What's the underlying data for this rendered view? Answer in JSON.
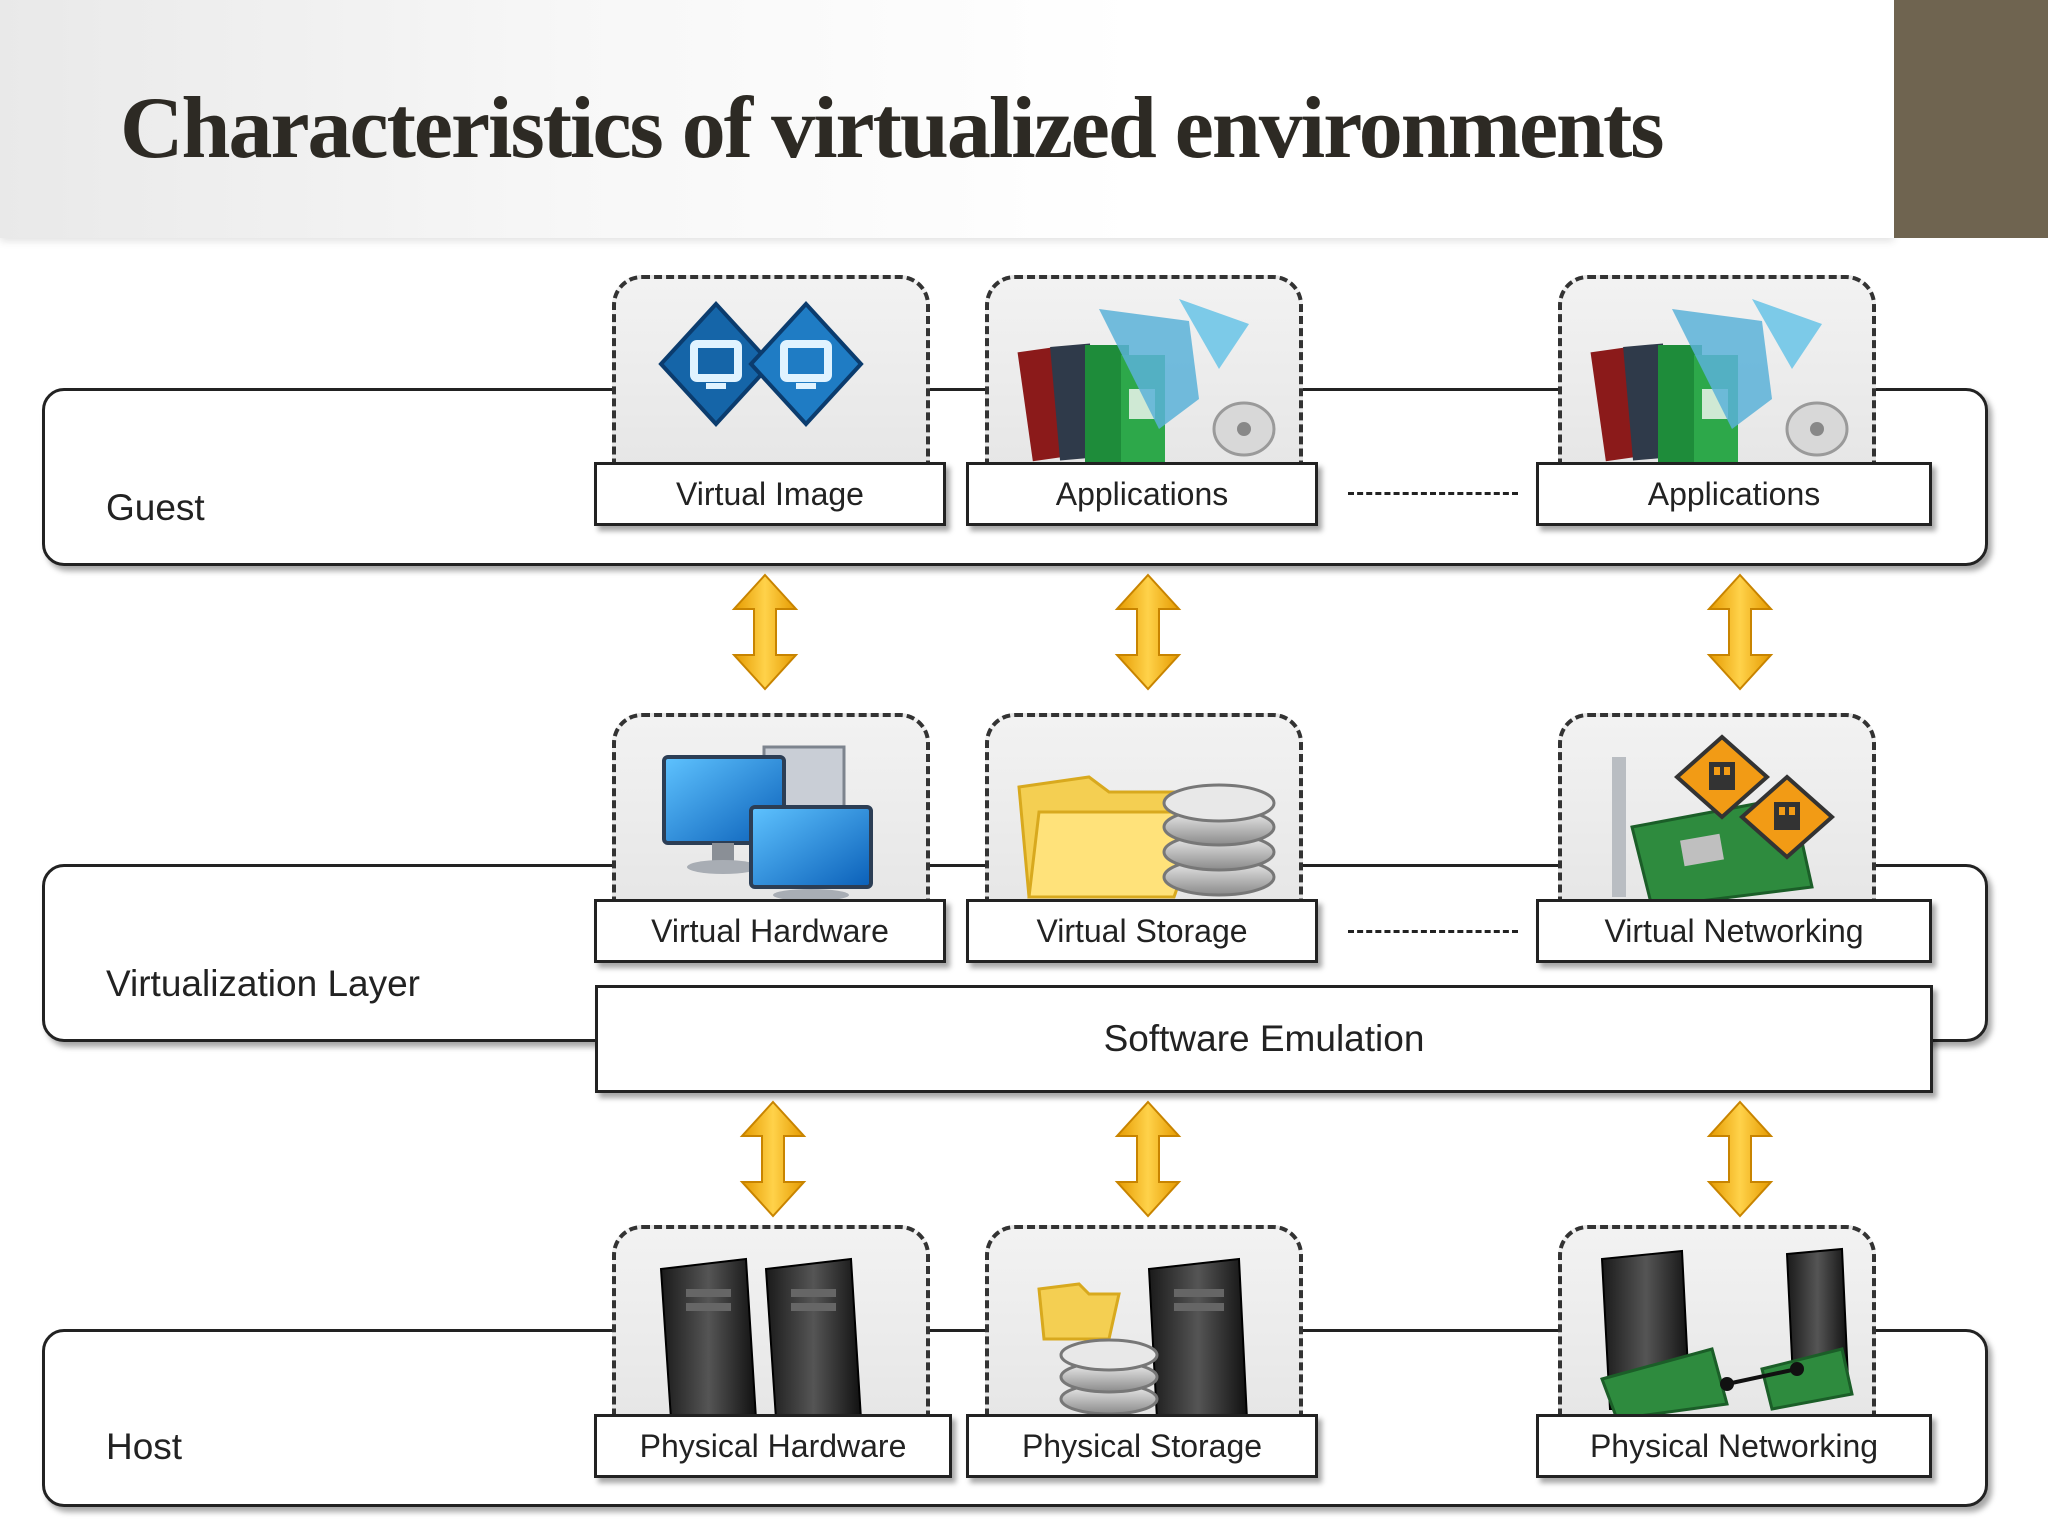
{
  "slide": {
    "title": "Characteristics of virtualized environments",
    "accent_color": "#6f6450",
    "title_color": "#2d2a24"
  },
  "diagram": {
    "arrow_color": "#f5b21a",
    "layers": {
      "guest": {
        "label": "Guest",
        "components": [
          {
            "label": "Virtual Image",
            "icon": "virtual-image-icon"
          },
          {
            "label": "Applications",
            "icon": "applications-icon"
          },
          {
            "label": "Applications",
            "icon": "applications-icon"
          }
        ]
      },
      "virtualization": {
        "label": "Virtualization Layer",
        "components": [
          {
            "label": "Virtual Hardware",
            "icon": "virtual-hardware-icon"
          },
          {
            "label": "Virtual Storage",
            "icon": "virtual-storage-icon"
          },
          {
            "label": "Virtual Networking",
            "icon": "virtual-networking-icon"
          }
        ],
        "emulation_label": "Software Emulation"
      },
      "host": {
        "label": "Host",
        "components": [
          {
            "label": "Physical Hardware",
            "icon": "physical-hardware-icon"
          },
          {
            "label": "Physical Storage",
            "icon": "physical-storage-icon"
          },
          {
            "label": "Physical Networking",
            "icon": "physical-networking-icon"
          }
        ]
      }
    }
  }
}
